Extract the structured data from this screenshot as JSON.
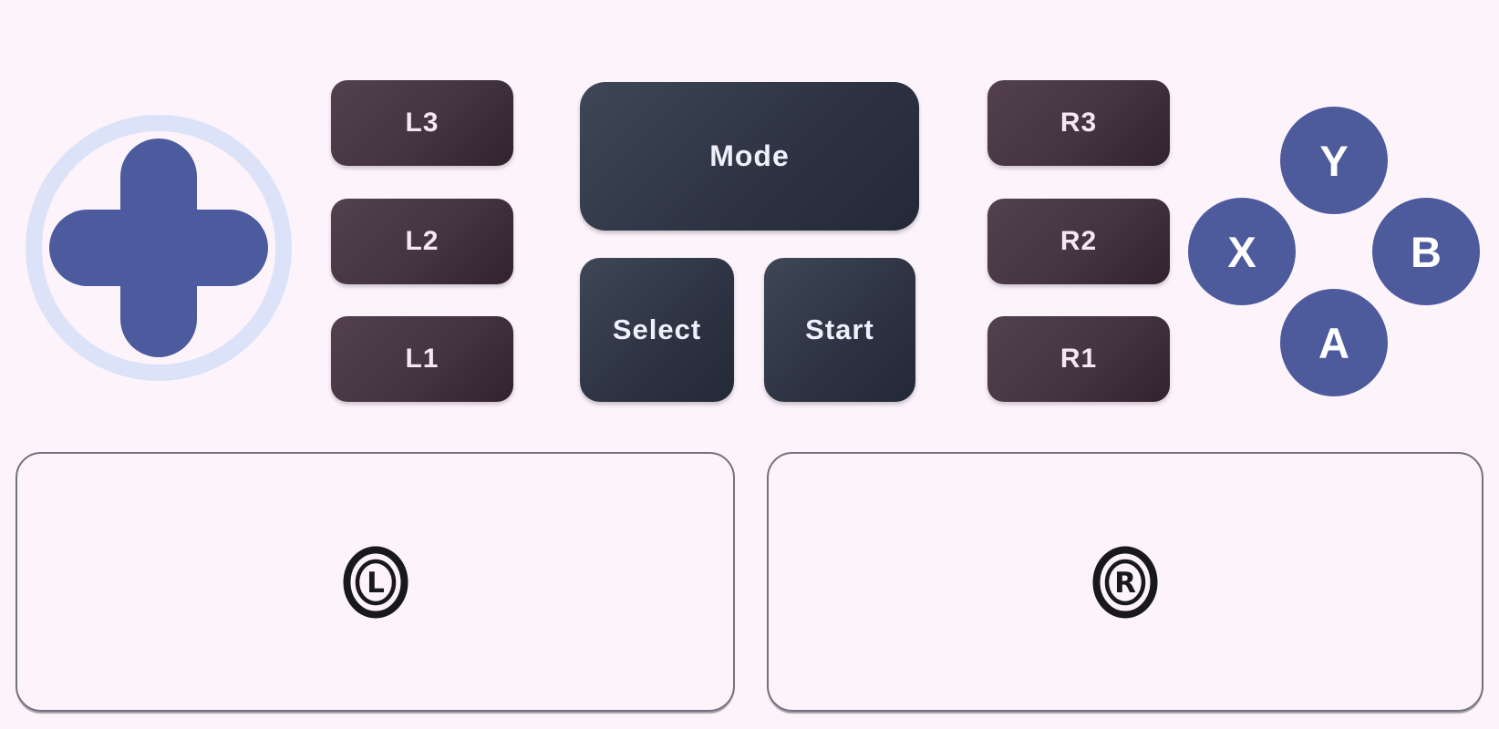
{
  "app": {
    "description": "Gamepad button mapping tester panel"
  },
  "controller": {
    "dpad": {
      "name": "directional pad"
    },
    "left_shoulder_buttons": [
      {
        "label": "L3"
      },
      {
        "label": "L2"
      },
      {
        "label": "L1"
      }
    ],
    "right_shoulder_buttons": [
      {
        "label": "R3"
      },
      {
        "label": "R2"
      },
      {
        "label": "R1"
      }
    ],
    "center_buttons": {
      "mode_label": "Mode",
      "select_label": "Select",
      "start_label": "Start"
    },
    "face_buttons": {
      "top": {
        "label": "Y"
      },
      "left": {
        "label": "X"
      },
      "right": {
        "label": "B"
      },
      "bottom": {
        "label": "A"
      }
    },
    "stick_zones": {
      "left": {
        "symbol": "L"
      },
      "right": {
        "symbol": "R"
      }
    }
  },
  "colors": {
    "background": "#fdf4fb",
    "dpad_cross": "#4c5b9e",
    "dpad_ring": "#dce2f8",
    "shoulder_button_gradient_top": "#52404e",
    "shoulder_button_gradient_bottom": "#31222d",
    "shoulder_button_text": "#f6e7f2",
    "center_button_gradient_top": "#3f4757",
    "center_button_gradient_bottom": "#232936",
    "center_button_text": "#eef0fb",
    "face_button": "#4d5a9c",
    "face_button_text": "#ffffff",
    "zone_border": "#72727c",
    "stick_icon": "#19191c"
  }
}
